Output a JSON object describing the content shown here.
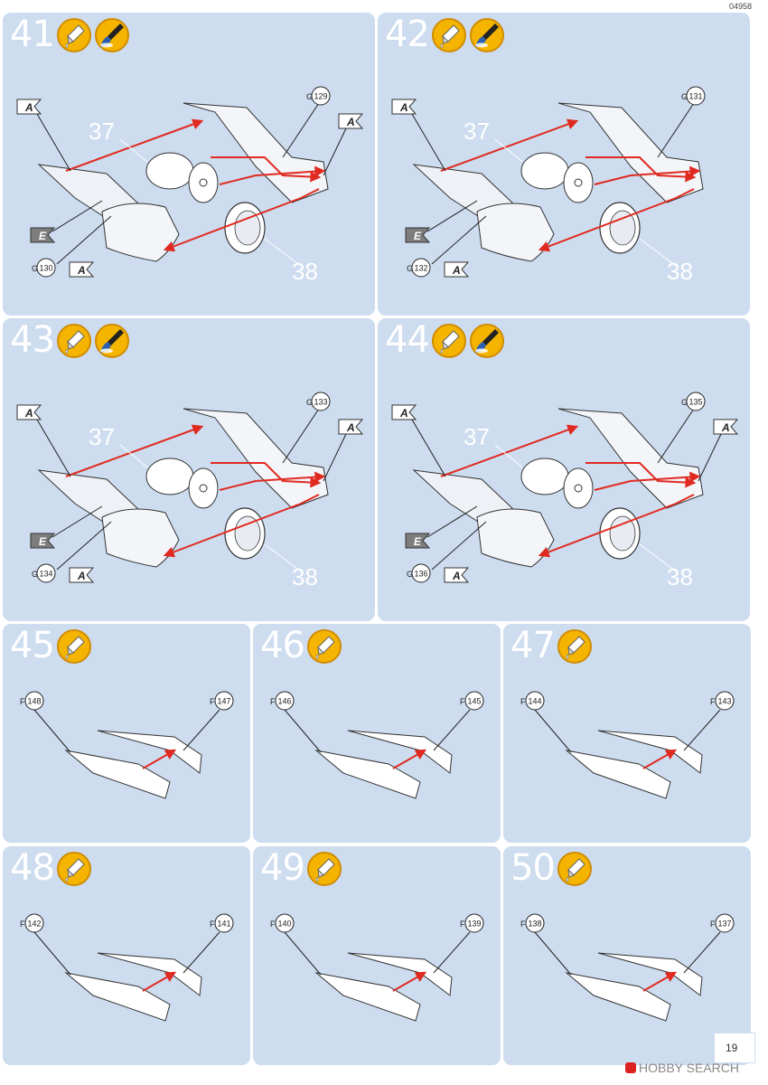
{
  "document_code": "04958",
  "page_number": "19",
  "watermark": "HOBBY SEARCH",
  "steps": [
    {
      "number": "41",
      "icons": [
        "glue-icon",
        "paint-brush-icon"
      ],
      "parts": [
        {
          "letter": "G",
          "num": "129"
        },
        {
          "letter": "G",
          "num": "130"
        }
      ],
      "callouts": [
        "37",
        "38"
      ],
      "flags": [
        "A",
        "A",
        "A",
        "E"
      ]
    },
    {
      "number": "42",
      "icons": [
        "glue-icon",
        "paint-brush-icon"
      ],
      "parts": [
        {
          "letter": "G",
          "num": "131"
        },
        {
          "letter": "G",
          "num": "132"
        }
      ],
      "callouts": [
        "37",
        "38"
      ],
      "flags": [
        "A",
        "A",
        "E"
      ]
    },
    {
      "number": "43",
      "icons": [
        "glue-icon",
        "paint-brush-icon"
      ],
      "parts": [
        {
          "letter": "G",
          "num": "133"
        },
        {
          "letter": "G",
          "num": "134"
        }
      ],
      "callouts": [
        "37",
        "38"
      ],
      "flags": [
        "A",
        "A",
        "A",
        "E"
      ]
    },
    {
      "number": "44",
      "icons": [
        "glue-icon",
        "paint-brush-icon"
      ],
      "parts": [
        {
          "letter": "G",
          "num": "135"
        },
        {
          "letter": "G",
          "num": "136"
        }
      ],
      "callouts": [
        "37",
        "38"
      ],
      "flags": [
        "A",
        "A",
        "A",
        "E"
      ]
    },
    {
      "number": "45",
      "icons": [
        "glue-icon"
      ],
      "parts": [
        {
          "letter": "F",
          "num": "148"
        },
        {
          "letter": "F",
          "num": "147"
        }
      ]
    },
    {
      "number": "46",
      "icons": [
        "glue-icon"
      ],
      "parts": [
        {
          "letter": "F",
          "num": "146"
        },
        {
          "letter": "F",
          "num": "145"
        }
      ]
    },
    {
      "number": "47",
      "icons": [
        "glue-icon"
      ],
      "parts": [
        {
          "letter": "F",
          "num": "144"
        },
        {
          "letter": "F",
          "num": "143"
        }
      ]
    },
    {
      "number": "48",
      "icons": [
        "glue-icon"
      ],
      "parts": [
        {
          "letter": "F",
          "num": "142"
        },
        {
          "letter": "F",
          "num": "141"
        }
      ]
    },
    {
      "number": "49",
      "icons": [
        "glue-icon"
      ],
      "parts": [
        {
          "letter": "F",
          "num": "140"
        },
        {
          "letter": "F",
          "num": "139"
        }
      ]
    },
    {
      "number": "50",
      "icons": [
        "glue-icon"
      ],
      "parts": [
        {
          "letter": "F",
          "num": "138"
        },
        {
          "letter": "F",
          "num": "137"
        }
      ]
    }
  ],
  "colors": {
    "panel_bg": "#cddcef",
    "step_number": "#ffffff",
    "arrow": "#e02a20",
    "icon": "#f4b400"
  }
}
